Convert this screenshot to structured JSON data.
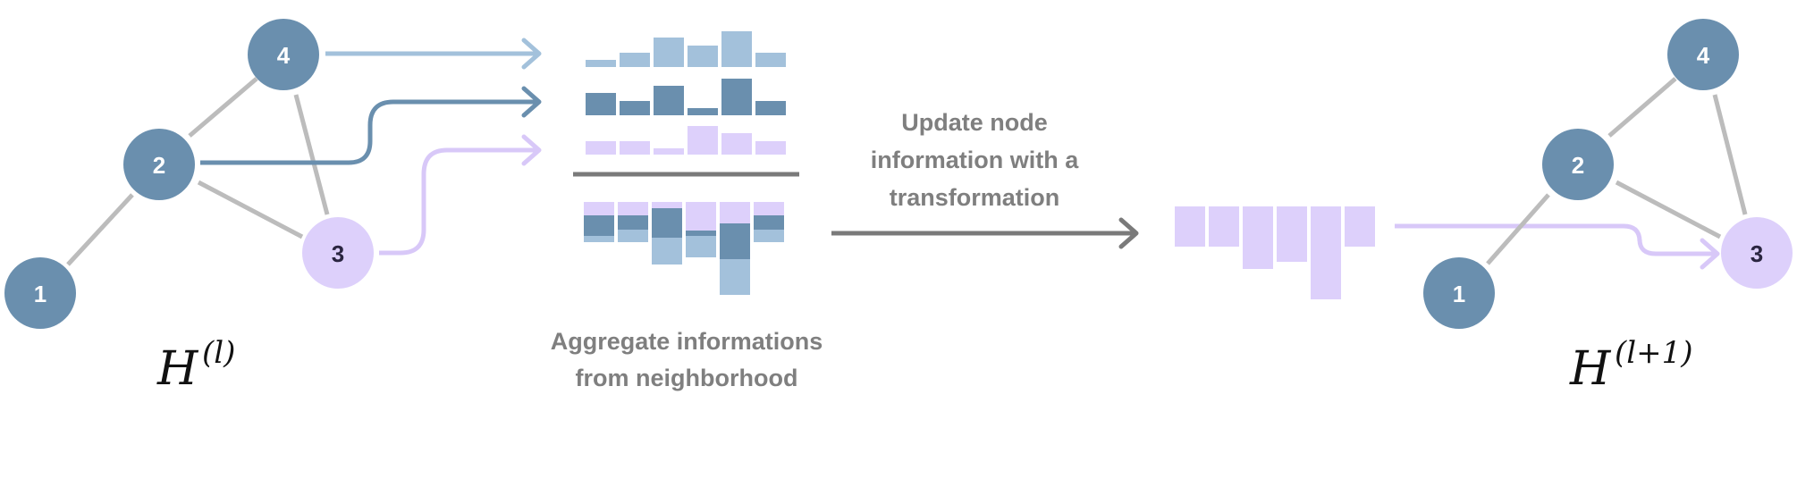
{
  "left_graph": {
    "nodes": [
      {
        "id": "1",
        "label": "1"
      },
      {
        "id": "2",
        "label": "2"
      },
      {
        "id": "3",
        "label": "3"
      },
      {
        "id": "4",
        "label": "4"
      }
    ],
    "layer_label": {
      "base": "H",
      "superscript": "(l)"
    }
  },
  "aggregation": {
    "caption_line1": "Aggregate informations",
    "caption_line2": "from neighborhood"
  },
  "update": {
    "caption_line1": "Update node",
    "caption_line2": "information with a",
    "caption_line3": "transformation"
  },
  "right_graph": {
    "nodes": [
      {
        "id": "1",
        "label": "1"
      },
      {
        "id": "2",
        "label": "2"
      },
      {
        "id": "3",
        "label": "3"
      },
      {
        "id": "4",
        "label": "4"
      }
    ],
    "layer_label": {
      "base": "H",
      "superscript": "(l+1)"
    }
  },
  "colors": {
    "node_blue": "#6a8fae",
    "node_purple": "#ddd0fb",
    "arrow_light_blue": "#a3c1db",
    "arrow_dark_blue": "#6a8fae",
    "arrow_purple": "#d8c8f8",
    "edge_gray": "#bcbcbc",
    "divider_gray": "#7a7a7a",
    "caption_gray": "#7f7f7f"
  }
}
